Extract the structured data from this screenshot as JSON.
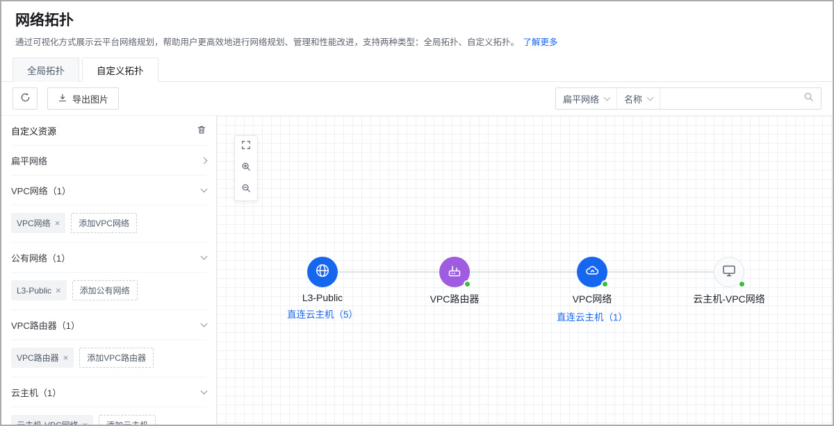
{
  "page": {
    "title": "网络拓扑",
    "description": "通过可视化方式展示云平台网络规划，帮助用户更高效地进行网络规划、管理和性能改进，支持两种类型：全局拓扑、自定义拓扑。",
    "learn_more": "了解更多"
  },
  "tabs": [
    {
      "label": "全局拓扑"
    },
    {
      "label": "自定义拓扑"
    }
  ],
  "toolbar": {
    "export_label": "导出图片",
    "network_type_value": "扁平网络",
    "search_field_value": "名称",
    "search_placeholder": ""
  },
  "sidebar": {
    "title": "自定义资源",
    "groups": [
      {
        "label": "扁平网络"
      },
      {
        "label": "VPC网络（1）",
        "tag": "VPC网络",
        "add_label": "添加VPC网络"
      },
      {
        "label": "公有网络（1）",
        "tag": "L3-Public",
        "add_label": "添加公有网络"
      },
      {
        "label": "VPC路由器（1）",
        "tag": "VPC路由器",
        "add_label": "添加VPC路由器"
      },
      {
        "label": "云主机（1）",
        "tag": "云主机-VPC网络",
        "add_label": "添加云主机"
      }
    ]
  },
  "canvas": {
    "nodes": [
      {
        "label": "L3-Public",
        "link": "直连云主机（5）"
      },
      {
        "label": "VPC路由器"
      },
      {
        "label": "VPC网络",
        "link": "直连云主机（1）"
      },
      {
        "label": "云主机-VPC网络"
      }
    ]
  },
  "colors": {
    "accent": "#1766f0",
    "node_purple": "#9e5ce0",
    "status_green": "#3dbb3d"
  }
}
